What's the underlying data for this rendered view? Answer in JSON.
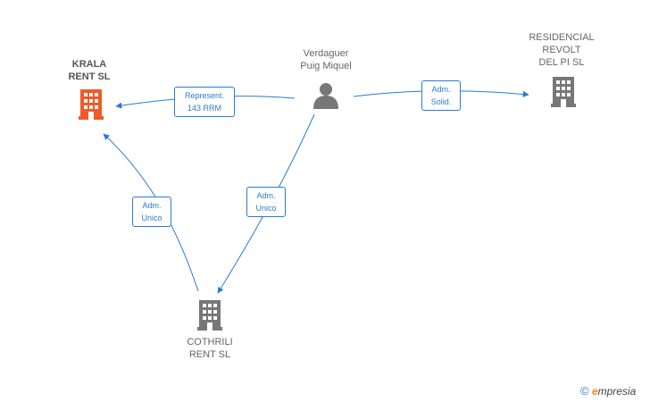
{
  "colors": {
    "edge": "#2a7bd3",
    "person": "#777777",
    "company": "#777777",
    "highlight": "#f05a28"
  },
  "nodes": {
    "krala": {
      "label": "KRALA\nRENT  SL",
      "icon": "building-icon"
    },
    "verdaguer": {
      "label": "Verdaguer\nPuig Miquel",
      "icon": "person-icon"
    },
    "residencial": {
      "label": "RESIDENCIAL\nREVOLT\nDEL PI  SL",
      "icon": "building-icon"
    },
    "cothrili": {
      "label": "COTHRILI\nRENT  SL",
      "icon": "building-icon"
    }
  },
  "edges": {
    "verdaguer_krala": {
      "label": "Represent.\n143 RRM"
    },
    "verdaguer_residencial": {
      "label": "Adm.\nSolid."
    },
    "verdaguer_cothrili": {
      "label": "Adm.\nUnico"
    },
    "cothrili_krala": {
      "label": "Adm.\nUnico"
    }
  },
  "brand": {
    "copyright": "©",
    "first_letter": "e",
    "rest": "mpresia"
  }
}
